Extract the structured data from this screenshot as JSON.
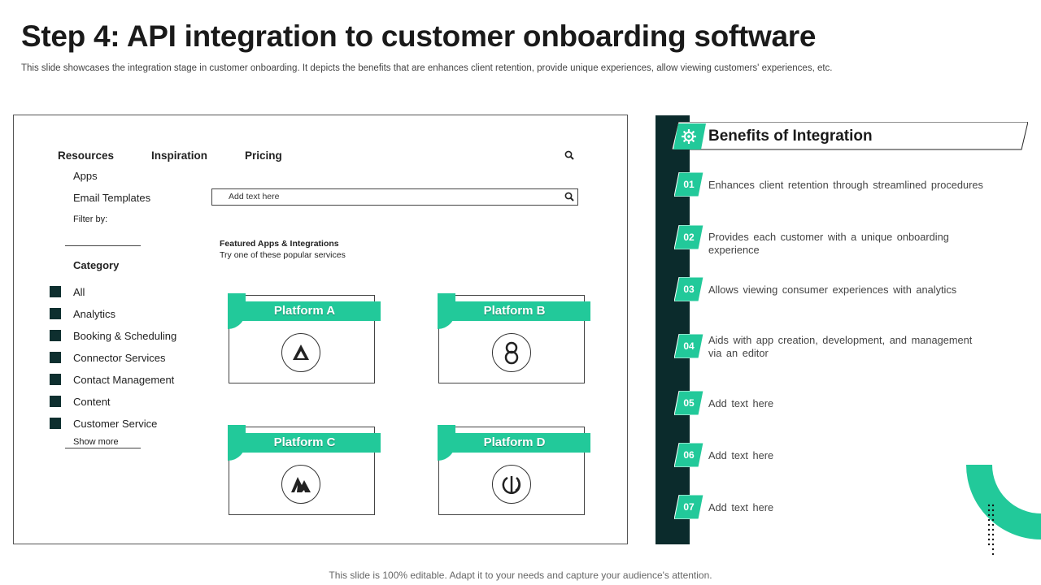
{
  "title": "Step 4: API integration to customer onboarding software",
  "subtitle": "This slide showcases the integration stage in customer onboarding. It depicts the benefits that are enhances client retention, provide unique experiences, allow viewing customers' experiences, etc.",
  "footer": "This slide is 100% editable. Adapt it to your needs and capture your audience's attention.",
  "mock": {
    "nav": [
      "Resources",
      "Inspiration",
      "Pricing"
    ],
    "links": {
      "apps": "Apps",
      "email_templates": "Email Templates",
      "filter_by": "Filter by:"
    },
    "search_placeholder": "Add text here",
    "category_title": "Category",
    "categories": [
      "All",
      "Analytics",
      "Booking & Scheduling",
      "Connector Services",
      "Contact Management",
      "Content",
      "Customer Service"
    ],
    "show_more": "Show more",
    "featured_title": "Featured Apps & Integrations",
    "featured_sub": "Try one of these popular services",
    "platforms": [
      "Platform A",
      "Platform B",
      "Platform C",
      "Platform D"
    ],
    "icons": [
      "search-icon",
      "platform-a-logo-icon",
      "platform-b-logo-icon",
      "platform-c-logo-icon",
      "platform-d-logo-icon"
    ]
  },
  "benefits": {
    "title": "Benefits of Integration",
    "header_icon": "integration-gear-icon",
    "items": [
      {
        "num": "01",
        "text": "Enhances client retention through streamlined procedures"
      },
      {
        "num": "02",
        "text": "Provides each customer with a unique onboarding experience"
      },
      {
        "num": "03",
        "text": "Allows viewing consumer experiences with analytics"
      },
      {
        "num": "04",
        "text": "Aids with app creation, development, and management via an editor"
      },
      {
        "num": "05",
        "text": "Add text here"
      },
      {
        "num": "06",
        "text": "Add text here"
      },
      {
        "num": "07",
        "text": "Add text here"
      }
    ]
  },
  "colors": {
    "accent": "#22c99a",
    "dark": "#0b2b2c"
  }
}
